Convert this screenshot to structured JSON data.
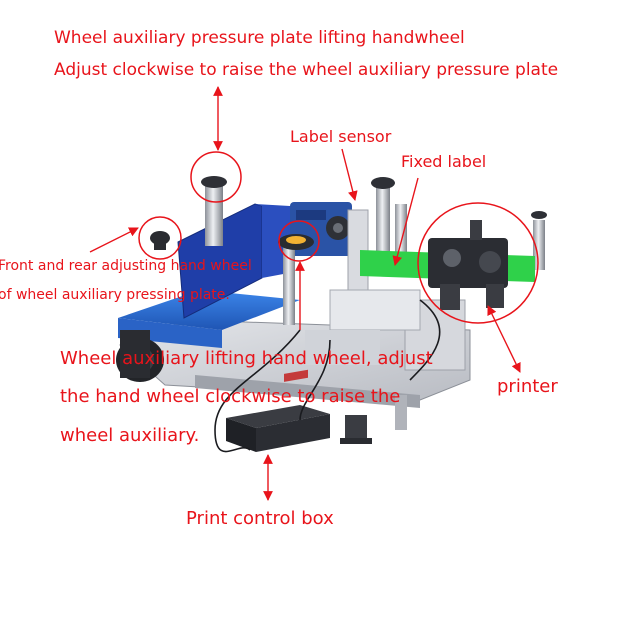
{
  "labels": {
    "title_line1": "Wheel auxiliary pressure plate lifting handwheel",
    "title_line2": "Adjust clockwise to raise the wheel auxiliary pressure plate",
    "label_sensor": "Label sensor",
    "fixed_label": "Fixed label",
    "front_rear_line1": "Front and rear adjusting hand wheel",
    "front_rear_line2": "of wheel auxiliary pressing plate.",
    "aux_lift_line1": "Wheel auxiliary lifting hand wheel, adjust",
    "aux_lift_line2": "the hand wheel clockwise to raise the",
    "aux_lift_line3": "wheel auxiliary.",
    "printer": "printer",
    "print_control_box": "Print control box"
  },
  "colors": {
    "annotation": "#e8141b",
    "conveyor_belt": "#2f6fd6",
    "guide_plate": "#1f3ea8",
    "motor_blue": "#2a53a6",
    "label_green": "#2fd14a",
    "frame": "#c9ccd3",
    "chrome": "#a9adb5",
    "dark_parts": "#2b2d33"
  }
}
